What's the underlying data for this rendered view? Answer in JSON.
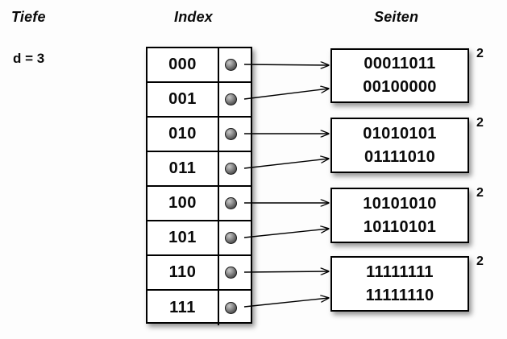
{
  "headings": {
    "depth": "Tiefe",
    "index": "Index",
    "pages": "Seiten"
  },
  "depth": {
    "label": "d = 3"
  },
  "index_table": {
    "rows": [
      {
        "key": "000",
        "pointer": "pointer-dot"
      },
      {
        "key": "001",
        "pointer": "pointer-dot"
      },
      {
        "key": "010",
        "pointer": "pointer-dot"
      },
      {
        "key": "011",
        "pointer": "pointer-dot"
      },
      {
        "key": "100",
        "pointer": "pointer-dot"
      },
      {
        "key": "101",
        "pointer": "pointer-dot"
      },
      {
        "key": "110",
        "pointer": "pointer-dot"
      },
      {
        "key": "111",
        "pointer": "pointer-dot"
      }
    ]
  },
  "pages": [
    {
      "lines": [
        "00011011",
        "00100000"
      ],
      "count": "2",
      "from_keys": [
        "000",
        "001"
      ]
    },
    {
      "lines": [
        "01010101",
        "01111010"
      ],
      "count": "2",
      "from_keys": [
        "010",
        "011"
      ]
    },
    {
      "lines": [
        "10101010",
        "10110101"
      ],
      "count": "2",
      "from_keys": [
        "100",
        "101"
      ]
    },
    {
      "lines": [
        "11111111",
        "11111110"
      ],
      "count": "2",
      "from_keys": [
        "110",
        "111"
      ]
    }
  ],
  "colors": {
    "background": "#fdfdfd",
    "stroke": "#000000",
    "text": "#0a0a0a",
    "box_fill": "#ffffff",
    "dot": "#6a6a6a"
  }
}
